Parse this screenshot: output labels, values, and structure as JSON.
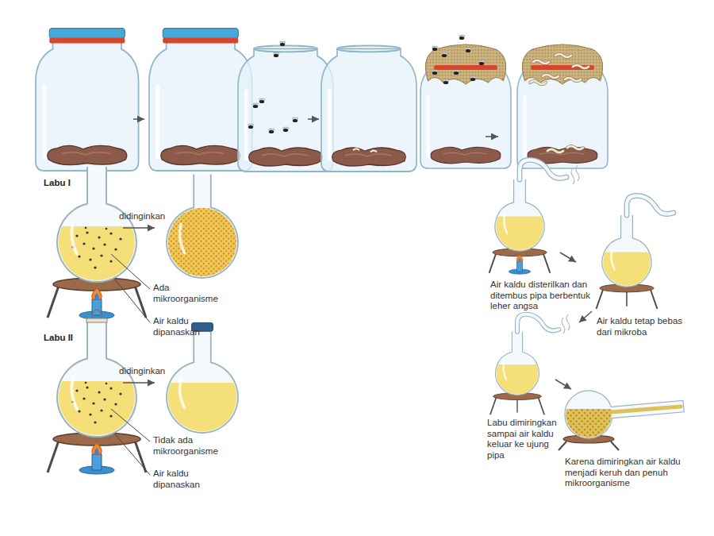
{
  "diagram": {
    "labels": [
      "Labu I",
      "didinginkan",
      "Ada mikroorganisme",
      "Air kaldu dipanaskan",
      "Labu II",
      "didinginkan",
      "Tidak ada mikroorganisme",
      "Air kaldu dipanaskan",
      "Air kaldu disterilkan dan ditembus pipa berbentuk leher angsa",
      "Air kaldu tetap bebas dari mikroba",
      "Labu dimiringkan sampai air kaldu keluar ke ujung pipa",
      "Karena dimiringkan air kaldu menjadi keruh dan penuh mikroorganisme"
    ]
  }
}
